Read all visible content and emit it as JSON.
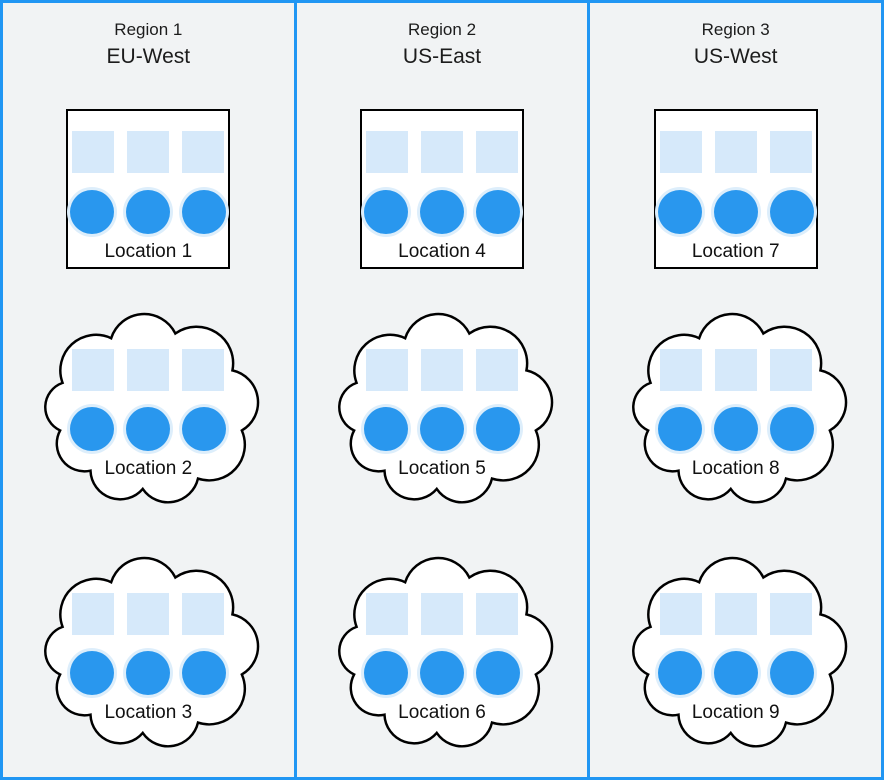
{
  "diagram": {
    "type": "multi-region-architecture",
    "colors": {
      "accent_border": "#2196f3",
      "background": "#f1f3f4",
      "square_fill": "#d6e9fa",
      "dot_fill": "#2997ee",
      "shape_fill": "#ffffff",
      "shape_stroke": "#000000"
    },
    "regions": [
      {
        "name": "Region 1",
        "zone": "EU-West",
        "locations": [
          {
            "label": "Location 1",
            "shape": "datacenter-box",
            "squares": 3,
            "dots": 3
          },
          {
            "label": "Location 2",
            "shape": "cloud",
            "squares": 3,
            "dots": 3
          },
          {
            "label": "Location 3",
            "shape": "cloud",
            "squares": 3,
            "dots": 3
          }
        ]
      },
      {
        "name": "Region 2",
        "zone": "US-East",
        "locations": [
          {
            "label": "Location 4",
            "shape": "datacenter-box",
            "squares": 3,
            "dots": 3
          },
          {
            "label": "Location 5",
            "shape": "cloud",
            "squares": 3,
            "dots": 3
          },
          {
            "label": "Location 6",
            "shape": "cloud",
            "squares": 3,
            "dots": 3
          }
        ]
      },
      {
        "name": "Region 3",
        "zone": "US-West",
        "locations": [
          {
            "label": "Location 7",
            "shape": "datacenter-box",
            "squares": 3,
            "dots": 3
          },
          {
            "label": "Location 8",
            "shape": "cloud",
            "squares": 3,
            "dots": 3
          },
          {
            "label": "Location 9",
            "shape": "cloud",
            "squares": 3,
            "dots": 3
          }
        ]
      }
    ]
  }
}
